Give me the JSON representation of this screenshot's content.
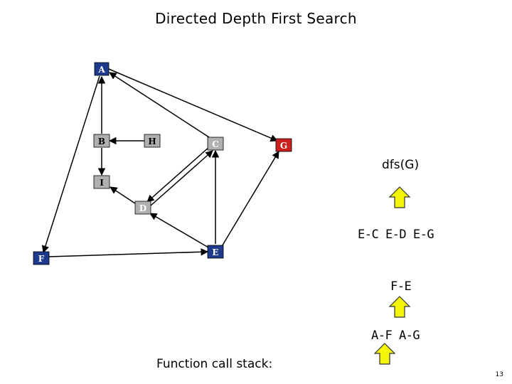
{
  "title": "Directed Depth First Search",
  "nodes": {
    "A": {
      "label": "A",
      "state": "visited",
      "color": "#1d3a8c"
    },
    "B": {
      "label": "B",
      "state": "unvisited",
      "color": "#b0b0b0"
    },
    "H": {
      "label": "H",
      "state": "unvisited",
      "color": "#b0b0b0"
    },
    "C": {
      "label": "C",
      "state": "unvisited",
      "color": "#b0b0b0"
    },
    "G": {
      "label": "G",
      "state": "current",
      "color": "#cc1f1f"
    },
    "I": {
      "label": "I",
      "state": "unvisited",
      "color": "#b0b0b0"
    },
    "D": {
      "label": "D",
      "state": "unvisited",
      "color": "#b0b0b0"
    },
    "F": {
      "label": "F",
      "state": "visited",
      "color": "#1d3a8c"
    },
    "E": {
      "label": "E",
      "state": "visited",
      "color": "#1d3a8c"
    }
  },
  "call": "dfs(G)",
  "stack_rows": [
    "E-C  E-D  E-G",
    "F-E",
    "A-F  A-G"
  ],
  "stack_caption": "Function call stack:",
  "page_number": "13",
  "colors": {
    "arrow_fill": "#f5f50a",
    "arrow_stroke": "#333333",
    "edge": "#000000"
  }
}
